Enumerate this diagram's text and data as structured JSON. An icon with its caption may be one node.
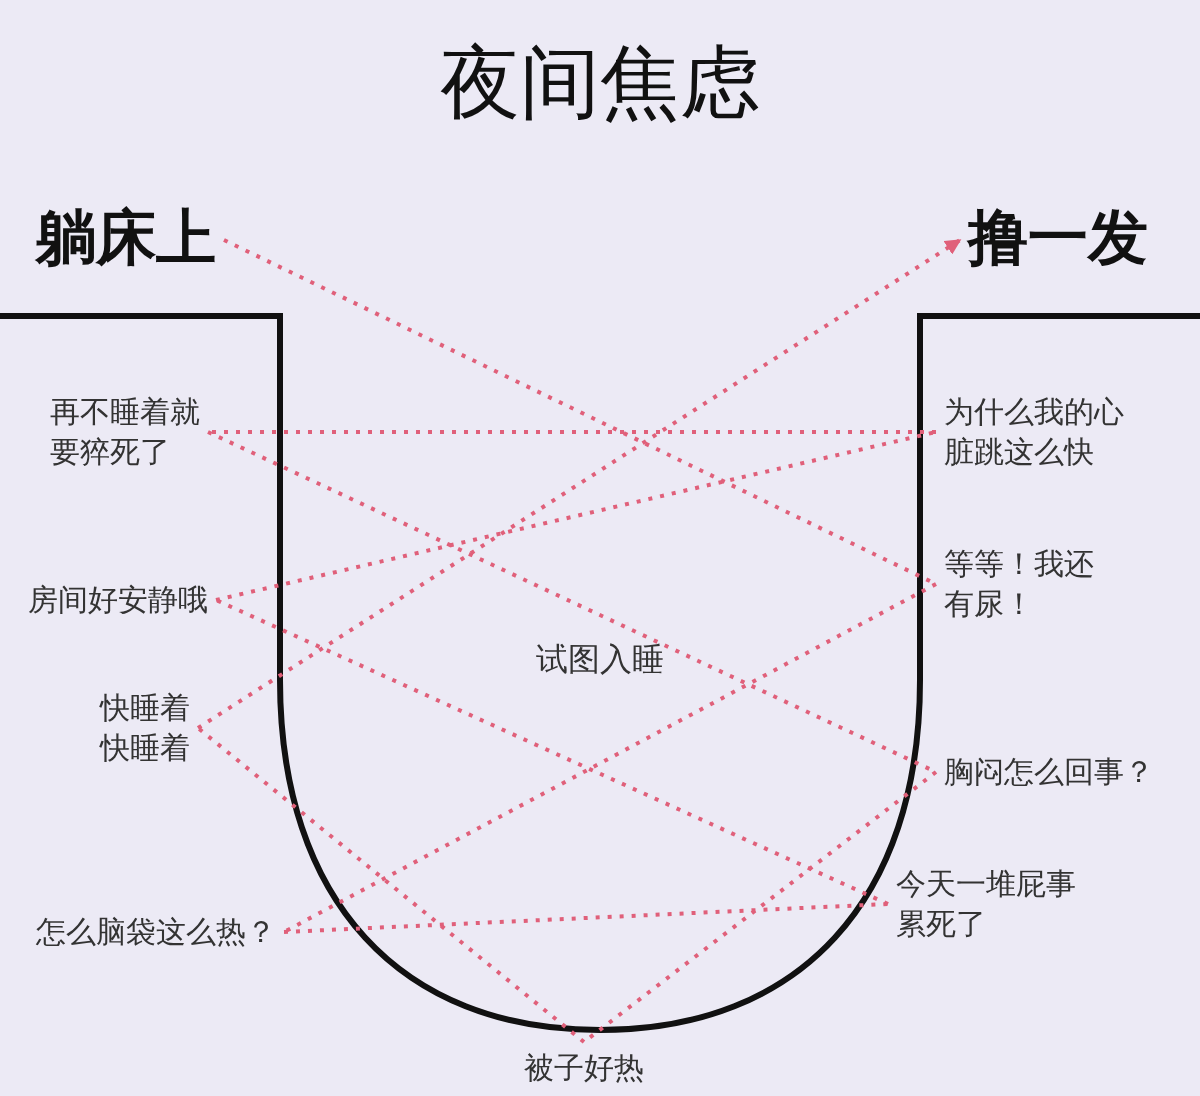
{
  "diagram": {
    "title": "夜间焦虑",
    "nodes": [
      {
        "text": [
          "躺床上"
        ]
      },
      {
        "text": [
          "撸一发"
        ]
      },
      {
        "text": [
          "再不睡着就要猝死了"
        ]
      },
      {
        "text": [
          "为什么我的心脏跳这么快"
        ]
      },
      {
        "text": [
          "房间好安静哦"
        ]
      },
      {
        "text": [
          "等等！我还有尿！"
        ]
      },
      {
        "text": [
          "快睡着快睡着"
        ]
      },
      {
        "text": [
          "胸闷怎么回事？"
        ]
      },
      {
        "text": [
          "怎么脑袋这么热？"
        ]
      },
      {
        "text": [
          "今天一堆屁事累死了"
        ]
      },
      {
        "text": [
          "被子好热"
        ]
      }
    ],
    "edges": [
      {
        "from": 0,
        "to": 5,
        "arrow": "none",
        "style": "dashed"
      },
      {
        "from": 5,
        "to": 8,
        "arrow": "none",
        "style": "dashed"
      },
      {
        "from": 8,
        "to": 9,
        "arrow": "none",
        "style": "dashed"
      },
      {
        "from": 9,
        "to": 4,
        "arrow": "none",
        "style": "dashed"
      },
      {
        "from": 4,
        "to": 3,
        "arrow": "none",
        "style": "dashed"
      },
      {
        "from": 3,
        "to": 2,
        "arrow": "none",
        "style": "dashed"
      },
      {
        "from": 2,
        "to": 7,
        "arrow": "none",
        "style": "dashed"
      },
      {
        "from": 7,
        "to": 10,
        "arrow": "none",
        "style": "dashed"
      },
      {
        "from": 10,
        "to": 6,
        "arrow": "none",
        "style": "dashed"
      },
      {
        "from": 6,
        "to": 1,
        "arrow": "to",
        "style": "dashed"
      }
    ],
    "labels": [
      "试图入睡"
    ]
  }
}
